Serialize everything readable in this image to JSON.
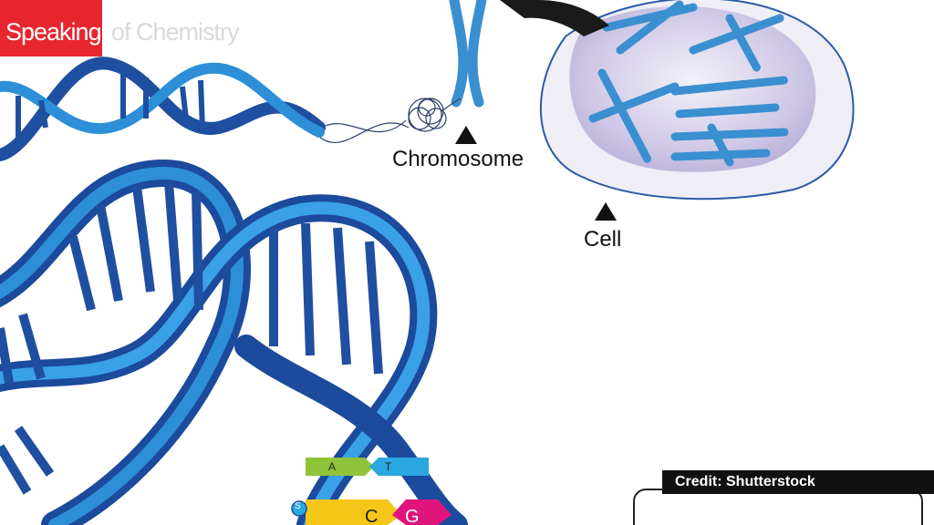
{
  "branding": {
    "speaking": "Speaking",
    "of_chemistry": "of Chemistry"
  },
  "labels": {
    "chromosome": "Chromosome",
    "cell": "Cell"
  },
  "bases": {
    "a": "A",
    "t": "T",
    "c": "C",
    "g": "G",
    "s": "S"
  },
  "credit": "Credit: Shutterstock",
  "colors": {
    "brand_red": "#e8262f",
    "dna_dark": "#1f4fa0",
    "dna_light": "#2d8fd8",
    "cell_fill": "#d9d4ec",
    "chromosome_blue": "#3a8fd0",
    "base_green": "#8fc43a",
    "base_blue": "#2aa7e0",
    "base_yellow": "#f5c518",
    "base_pink": "#e0157c"
  }
}
